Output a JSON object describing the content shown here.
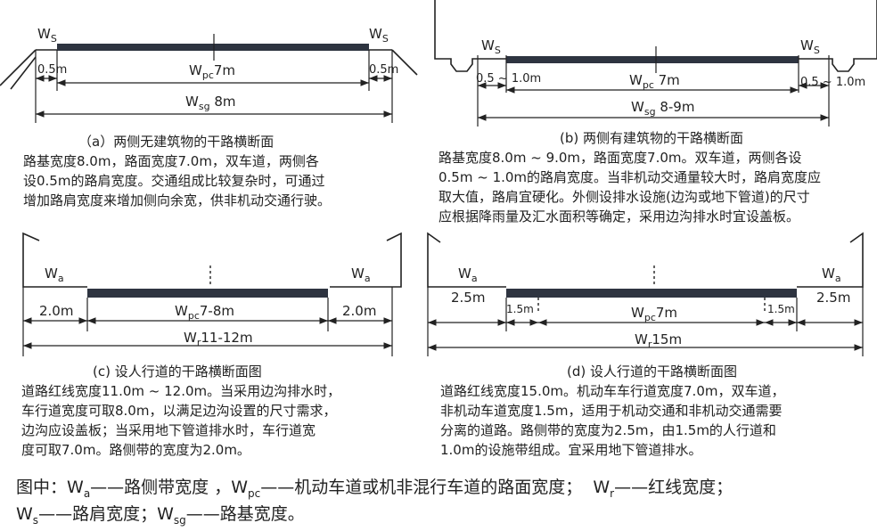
{
  "panel_a": {
    "ws_left": "W",
    "ws_left_sub": "S",
    "ws_right": "W",
    "ws_right_sub": "S",
    "shoulder_left": "0.5m",
    "shoulder_right": "0.5m",
    "wpc_w": "W",
    "wpc_sub": "pc",
    "wpc_val": "7m",
    "wsg_w": "W",
    "wsg_sub": "sg",
    "wsg_val": " 8m",
    "title": "（a）两侧无建筑物的干路横断面",
    "desc": [
      "路基宽度8.0m，路面宽度7.0m，双车道，两侧各",
      "设0.5m的路肩宽度。交通组成比较复杂时，可通过",
      "增加路肩宽度来增加侧向余宽，供非机动交通行驶。"
    ]
  },
  "panel_b": {
    "ws_left": "W",
    "ws_left_sub": "S",
    "ws_right": "W",
    "ws_right_sub": "S",
    "shoulder_left": "0.5 ~ 1.0m",
    "shoulder_right": "0.5 ~ 1.0m",
    "wpc_w": "W",
    "wpc_sub": "pc",
    "wpc_val": " 7m",
    "wsg_w": "W",
    "wsg_sub": "sg",
    "wsg_val": " 8-9m",
    "title": "(b) 两侧有建筑物的干路横断面",
    "desc": [
      "路基宽度8.0m ~ 9.0m，路面宽度7.0m。双车道，两侧各设",
      "0.5m ~ 1.0m的路肩宽度。当非机动交通量较大时，路肩宽度应",
      "取大值，路肩宜硬化。外侧设排水设施(边沟或地下管道)的尺寸",
      "应根据降雨量及汇水面积等确定，采用边沟排水时宜设盖板。"
    ]
  },
  "panel_c": {
    "wa_left": "W",
    "wa_left_sub": "a",
    "wa_right": "W",
    "wa_right_sub": "a",
    "side_left": "2.0m",
    "side_right": "2.0m",
    "wpc_w": "W",
    "wpc_sub": "pc",
    "wpc_val": "7-8m",
    "wr_w": "W",
    "wr_sub": "r",
    "wr_val": "11-12m",
    "title": "(c) 设人行道的干路横断面图",
    "desc": [
      "道路红线宽度11.0m ~ 12.0m。当采用边沟排水时，",
      "车行道宽度可取8.0m，以满足边沟设置的尺寸需求，",
      "边沟应设盖板；当采用地下管道排水时，车行道宽",
      "度可取7.0m。路侧带的宽度为2.0m。"
    ]
  },
  "panel_d": {
    "wa_left": "W",
    "wa_left_sub": "a",
    "wa_right": "W",
    "wa_right_sub": "a",
    "side_left": "2.5m",
    "side_right": "2.5m",
    "bike_left": "1.5m",
    "bike_right": "1.5m",
    "wpc_w": "W",
    "wpc_sub": "pc",
    "wpc_val": "7m",
    "wr_w": "W",
    "wr_sub": "r",
    "wr_val": "15m",
    "title": "(d) 设人行道的干路横断面图",
    "desc": [
      "道路红线宽度15.0m。机动车车行道宽度7.0m，双车道，",
      "非机动车道宽度1.5m，适用于机动交通和非机动交通需要",
      "分离的道路。路侧带的宽度为2.5m，由1.5m的人行道和",
      "1.0m的设施带组成。宜采用地下管道排水。"
    ]
  },
  "legend": {
    "prefix": "图中：",
    "wa": "W",
    "wa_sub": "a",
    "wa_def": "——路侧带宽度 ，",
    "wpc": "W",
    "wpc_sub": "pc",
    "wpc_def": "——机动车道或机非混行车道的路面宽度；",
    "wr": "W",
    "wr_sub": "r",
    "wr_def": "——红线宽度；",
    "ws": "W",
    "ws_sub": "s",
    "ws_def": "——路肩宽度；",
    "wsg": "W",
    "wsg_sub": "sg",
    "wsg_def": "——路基宽度。"
  }
}
